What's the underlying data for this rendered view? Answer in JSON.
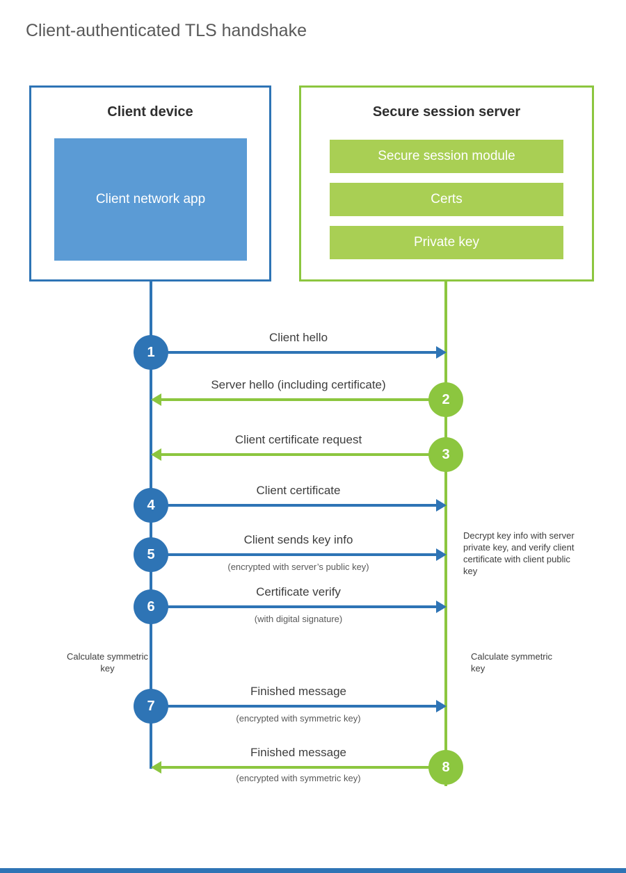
{
  "title": "Client-authenticated TLS handshake",
  "client": {
    "title": "Client device",
    "app_label": "Client network app"
  },
  "server": {
    "title": "Secure session server",
    "modules": [
      "Secure session module",
      "Certs",
      "Private key"
    ]
  },
  "messages": [
    {
      "num": "1",
      "label": "Client hello"
    },
    {
      "num": "2",
      "label": "Server hello (including certificate)"
    },
    {
      "num": "3",
      "label": "Client certificate request"
    },
    {
      "num": "4",
      "label": "Client certificate"
    },
    {
      "num": "5",
      "label": "Client sends key info",
      "sub": "(encrypted with server’s public key)"
    },
    {
      "num": "6",
      "label": "Certificate verify",
      "sub": "(with digital signature)"
    },
    {
      "num": "7",
      "label": "Finished message",
      "sub": "(encrypted with symmetric key)"
    },
    {
      "num": "8",
      "label": "Finished message",
      "sub": "(encrypted with symmetric key)"
    }
  ],
  "notes": {
    "decrypt": "Decrypt key info with server private key, and verify client certificate with client public key",
    "calc_left": "Calculate symmetric key",
    "calc_right": "Calculate symmetric key"
  },
  "colors": {
    "blue": "#2e74b5",
    "blue_fill": "#5b9bd5",
    "green": "#8cc63f",
    "green_fill": "#a9cf54"
  }
}
